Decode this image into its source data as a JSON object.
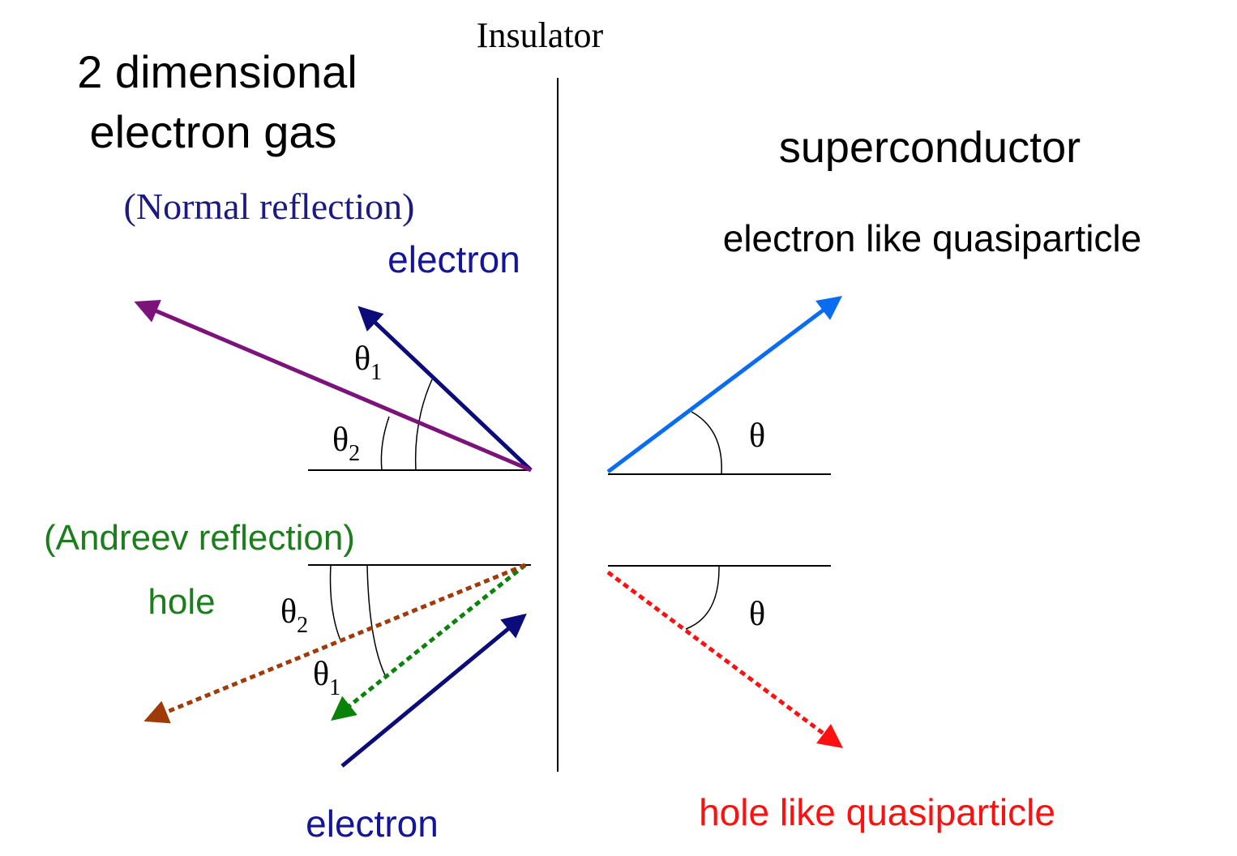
{
  "labels": {
    "insulator": "Insulator",
    "left_title_line1": "2 dimensional",
    "left_title_line2": "electron gas",
    "right_title": "superconductor",
    "normal_reflection": "(Normal reflection)",
    "reflected_electron": "electron",
    "electron_like_qp": "electron like quasiparticle",
    "andreev_reflection": "(Andreev reflection)",
    "hole": "hole",
    "incident_electron": "electron",
    "hole_like_qp": "hole like quasiparticle"
  },
  "angles": {
    "theta_symbol": "θ",
    "theta1_upper_sub": "1",
    "theta2_upper_sub": "2",
    "theta2_lower_sub": "2",
    "theta1_lower_sub": "1",
    "theta_right_upper": "θ",
    "theta_right_lower": "θ"
  },
  "colors": {
    "black": "#000000",
    "navy": "#0b0b7a",
    "purple": "#7b137b",
    "sky_blue": "#0a6cf0",
    "green": "#0a820a",
    "brown": "#a03a08",
    "red": "#ff1010",
    "label_navy": "#1a1a80",
    "label_blue": "#15159a",
    "label_green": "#1c7d1c"
  }
}
